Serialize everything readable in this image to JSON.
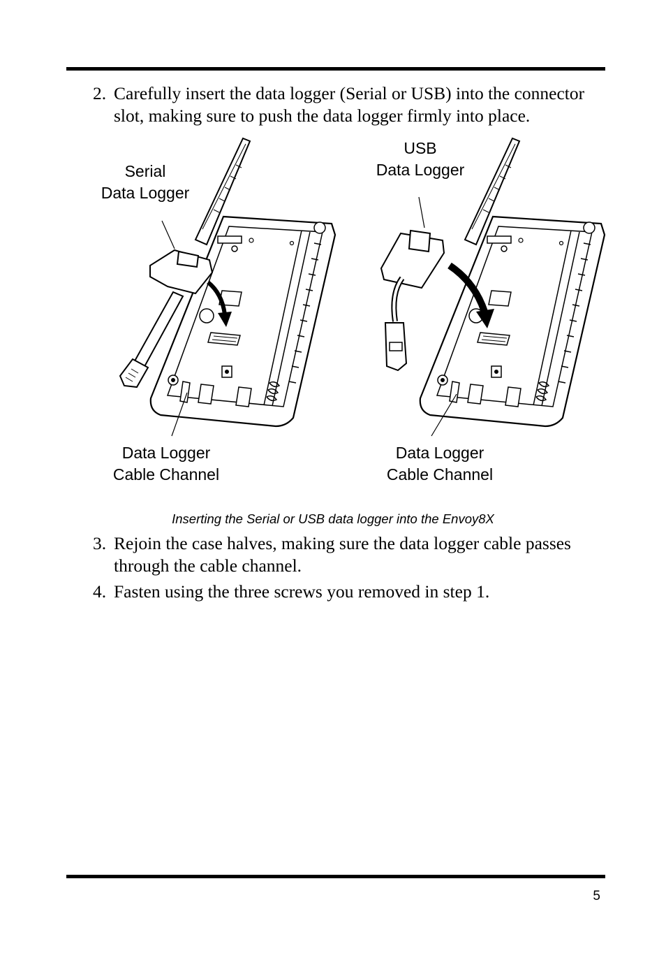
{
  "steps": [
    {
      "number": "2.",
      "text": "Carefully insert the data logger (Serial or USB) into the connector slot, making sure to push the data logger firmly into place."
    },
    {
      "number": "3.",
      "text": "Rejoin the case halves, making sure the data logger cable passes through the cable channel."
    },
    {
      "number": "4.",
      "text": "Fasten using the three screws you removed in step 1."
    }
  ],
  "figure": {
    "labels": {
      "serial_line1": "Serial",
      "serial_line2": "Data Logger",
      "usb_line1": "USB",
      "usb_line2": "Data Logger",
      "channel_left_line1": "Data Logger",
      "channel_left_line2": "Cable Channel",
      "channel_right_line1": "Data Logger",
      "channel_right_line2": "Cable Channel"
    },
    "caption": "Inserting the Serial or USB data logger into the Envoy8X"
  },
  "page_number": "5"
}
